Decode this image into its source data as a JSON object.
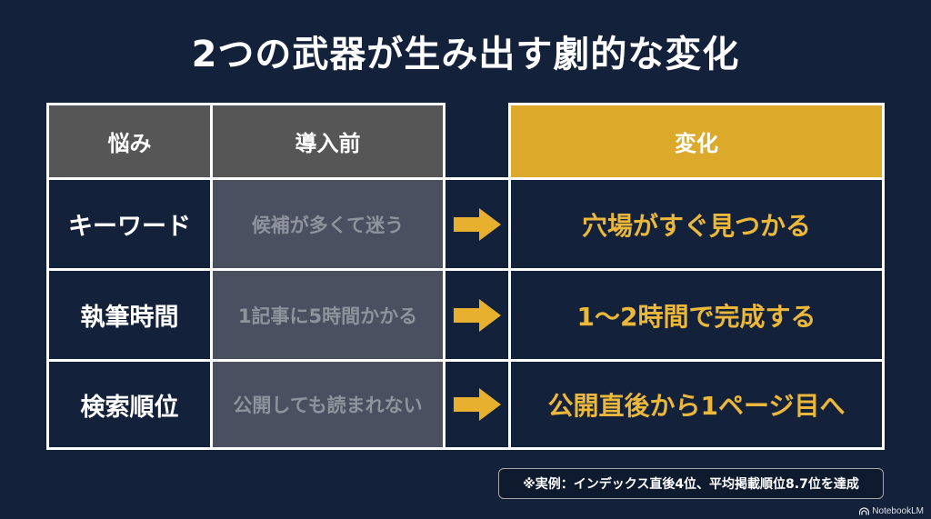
{
  "title": "2つの武器が生み出す劇的な変化",
  "table": {
    "headers": {
      "problem": "悩み",
      "before": "導入前",
      "change": "変化"
    },
    "rows": [
      {
        "problem": "キーワード",
        "before": "候補が多くて迷う",
        "arrow": "right-arrow-icon",
        "change": "穴場がすぐ見つかる"
      },
      {
        "problem": "執筆時間",
        "before": "1記事に5時間かかる",
        "arrow": "right-arrow-icon",
        "change": "1〜2時間で完成する"
      },
      {
        "problem": "検索順位",
        "before": "公開しても読まれない",
        "arrow": "right-arrow-icon",
        "change": "公開直後から1ページ目へ"
      }
    ]
  },
  "note": "※実例：インデックス直後4位、平均掲載順位8.7位を達成",
  "branding": {
    "label": "NotebookLM",
    "icon": "notebooklm-logo-icon"
  },
  "colors": {
    "background": "#13213a",
    "header_gray": "#565656",
    "header_gold": "#dca92a",
    "before_cell": "#4a5060",
    "accent_text": "#ecb83b",
    "arrow": "#e8b02f",
    "border": "#ffffff"
  }
}
